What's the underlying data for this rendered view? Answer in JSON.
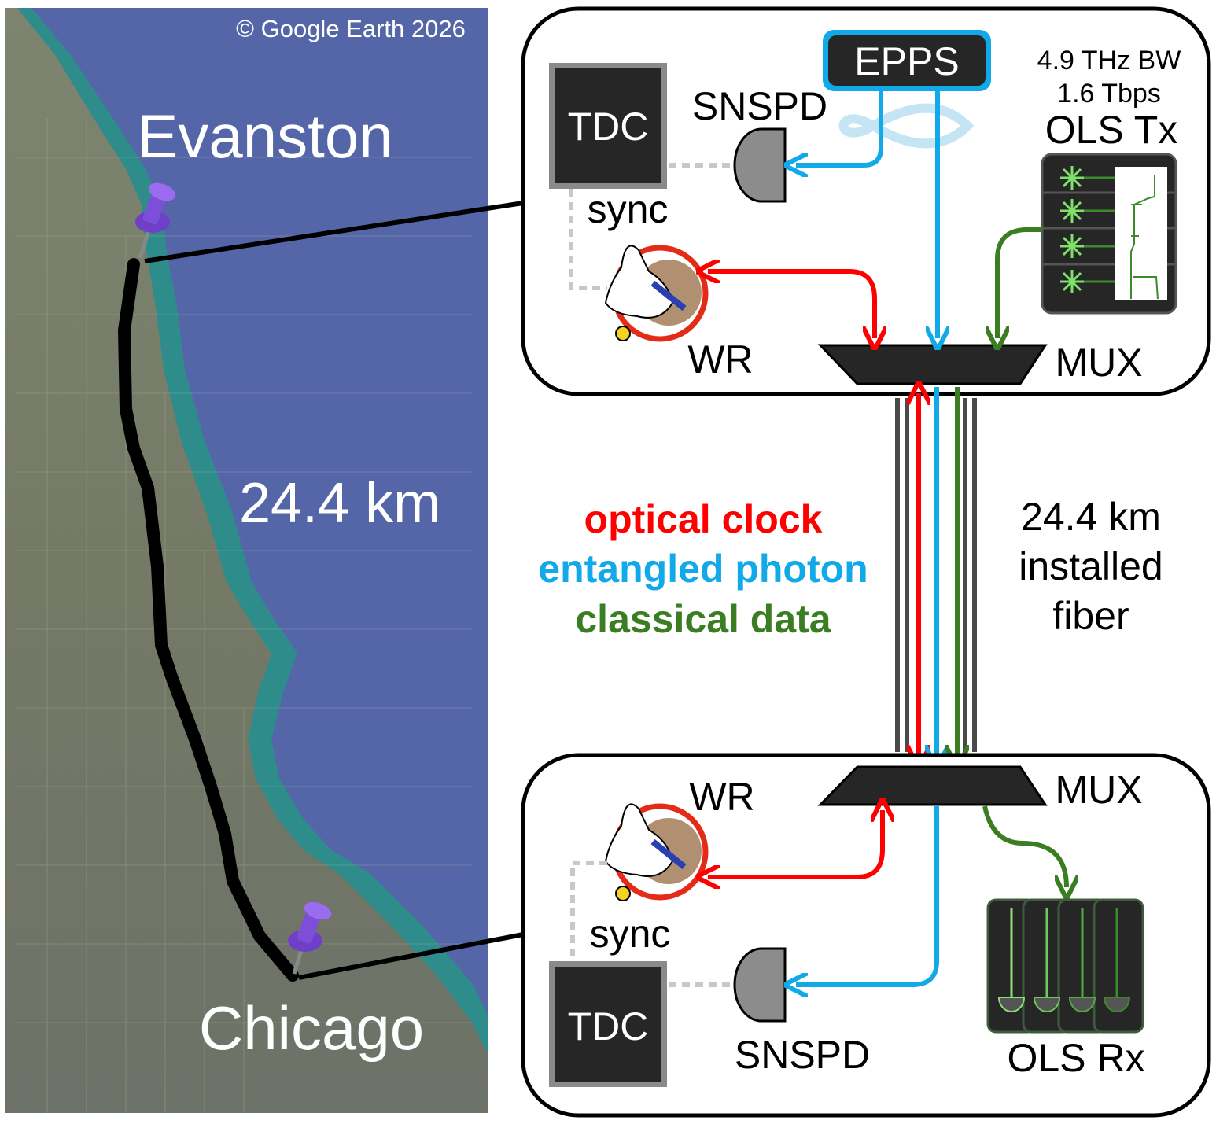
{
  "map": {
    "copyright": "© Google Earth 2026",
    "north_label": "Evanston",
    "south_label": "Chicago",
    "distance_label": "24.4 km",
    "colors": {
      "lake": "#5566a8",
      "shore": "#2e8c8a",
      "land": "#6f7a62"
    }
  },
  "top_node": {
    "tdc_label": "TDC",
    "snspd_label": "SNSPD",
    "sync_label": "sync",
    "wr_label": "WR",
    "epps_label": "EPPS",
    "mux_label": "MUX",
    "ols_bw": "4.9 THz BW",
    "ols_rate": "1.6 Tbps",
    "ols_label": "OLS Tx"
  },
  "bottom_node": {
    "wr_label": "WR",
    "mux_label": "MUX",
    "sync_label": "sync",
    "tdc_label": "TDC",
    "snspd_label": "SNSPD",
    "ols_label": "OLS Rx"
  },
  "legend": {
    "items": [
      {
        "label": "optical clock",
        "color": "#ff0000"
      },
      {
        "label": "entangled photon",
        "color": "#12a9e8"
      },
      {
        "label": "classical data",
        "color": "#3a7d22"
      }
    ]
  },
  "fiber": {
    "line1": "24.4 km",
    "line2": "installed",
    "line3": "fiber"
  }
}
